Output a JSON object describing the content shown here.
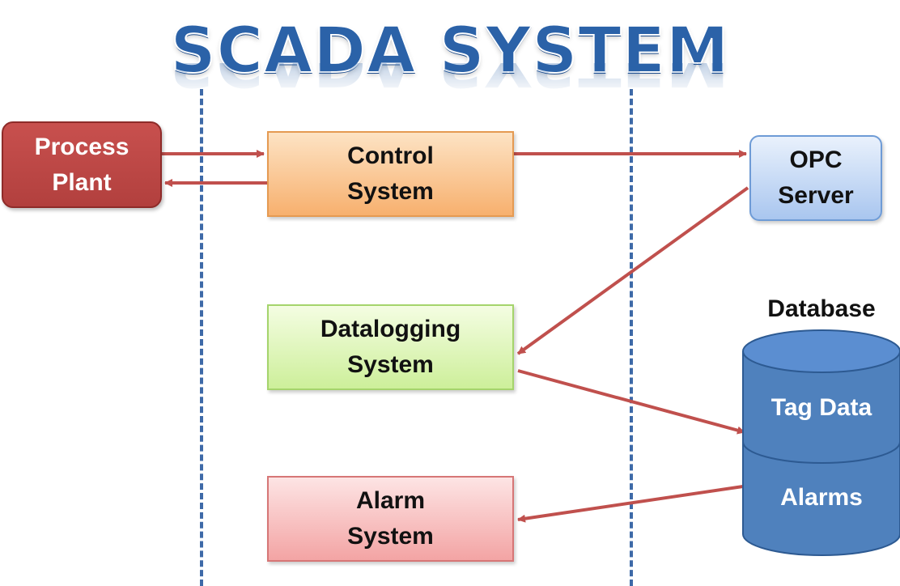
{
  "title": "SCADA SYSTEM",
  "nodes": {
    "process_plant": "Process\nPlant",
    "control_system": "Control\nSystem",
    "opc_server": "OPC\nServer",
    "datalogging_system": "Datalogging\nSystem",
    "alarm_system": "Alarm\nSystem"
  },
  "database": {
    "label": "Database",
    "tag_data": "Tag Data",
    "alarms": "Alarms"
  },
  "colors": {
    "title": "#2b62a8",
    "arrow": "#c0504d",
    "divider": "#3e6aa8",
    "database": "#4f81bd"
  }
}
